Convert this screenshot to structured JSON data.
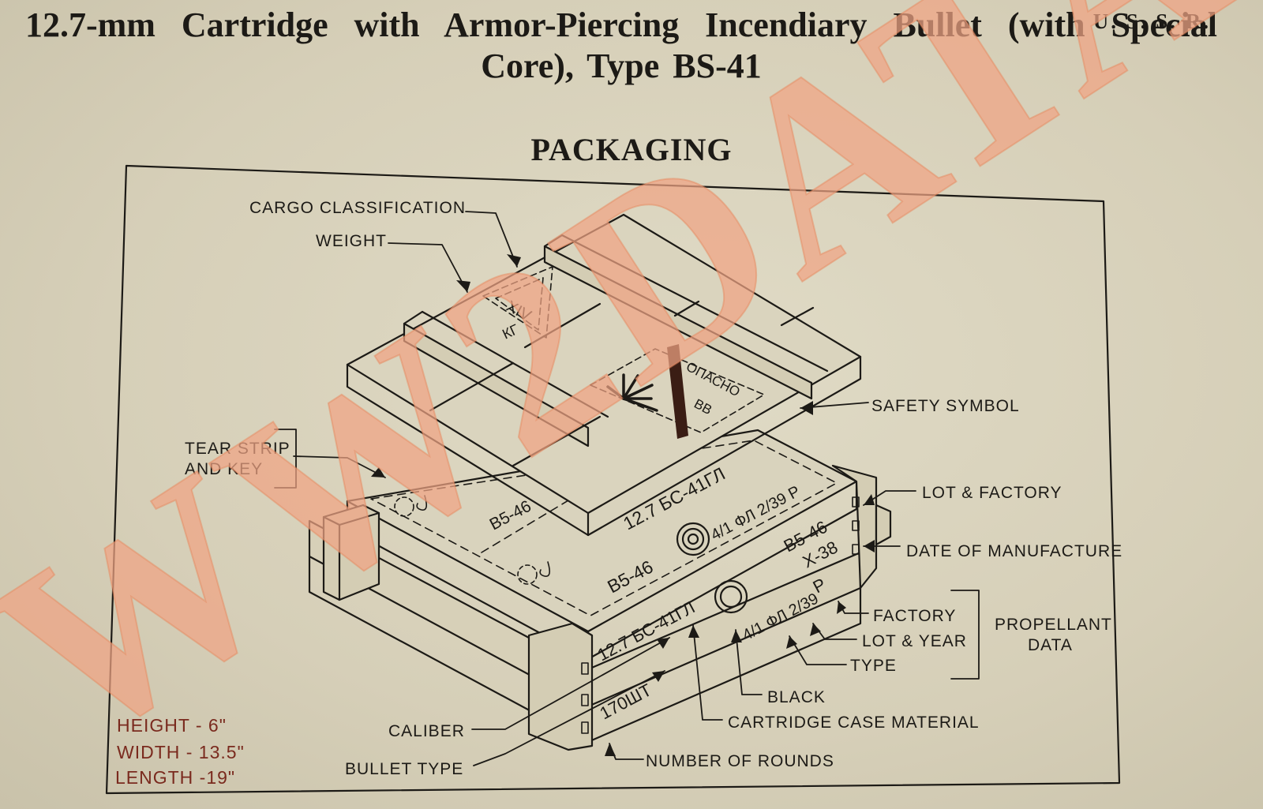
{
  "header": {
    "country": "U. S. S. R.",
    "title": "12.7-mm Cartridge with Armor-Piercing Incendiary Bullet (with Special Core), Type BS-41",
    "section": "PACKAGING"
  },
  "callouts": {
    "cargo_classification": "CARGO CLASSIFICATION",
    "weight": "WEIGHT",
    "safety_symbol": "SAFETY SYMBOL",
    "tear_strip_1": "TEAR STRIP",
    "tear_strip_2": "AND KEY",
    "lot_factory": "LOT & FACTORY",
    "date_of_manufacture": "DATE OF MANUFACTURE",
    "factory": "FACTORY",
    "lot_year": "LOT & YEAR",
    "type": "TYPE",
    "propellant_1": "PROPELLANT",
    "propellant_2": "DATA",
    "black": "BLACK",
    "cartridge_case_material": "CARTRIDGE CASE MATERIAL",
    "caliber": "CALIBER",
    "bullet_type": "BULLET TYPE",
    "number_of_rounds": "NUMBER OF ROUNDS"
  },
  "dimensions": {
    "height": "HEIGHT - 6\"",
    "width": "WIDTH - 13.5\"",
    "length": "LENGTH -19\""
  },
  "box_markings": {
    "class": "XIV",
    "kg": "КГ",
    "danger_1": "ОПАСНО",
    "danger_2": "ВВ",
    "lid_code": "В5-46",
    "top_cartridge": "12.7 БС-41ГЛ",
    "top_code": "В5-46",
    "top_propellant": "4/1 ФЛ 2/39 Р",
    "end_code_1": "В5-46",
    "end_code_2": "X-38",
    "end_code_3": "Р",
    "side_cartridge": "12.7 БС-41ГЛ",
    "side_propellant": "4/1 ФЛ 2/39",
    "side_count": "170ШТ"
  },
  "watermark": "WW2DATA",
  "colors": {
    "paper": "#d9d3bd",
    "ink": "#1c1a16",
    "watermark": "#f0a483",
    "dims_ink": "#7a2a1e"
  }
}
